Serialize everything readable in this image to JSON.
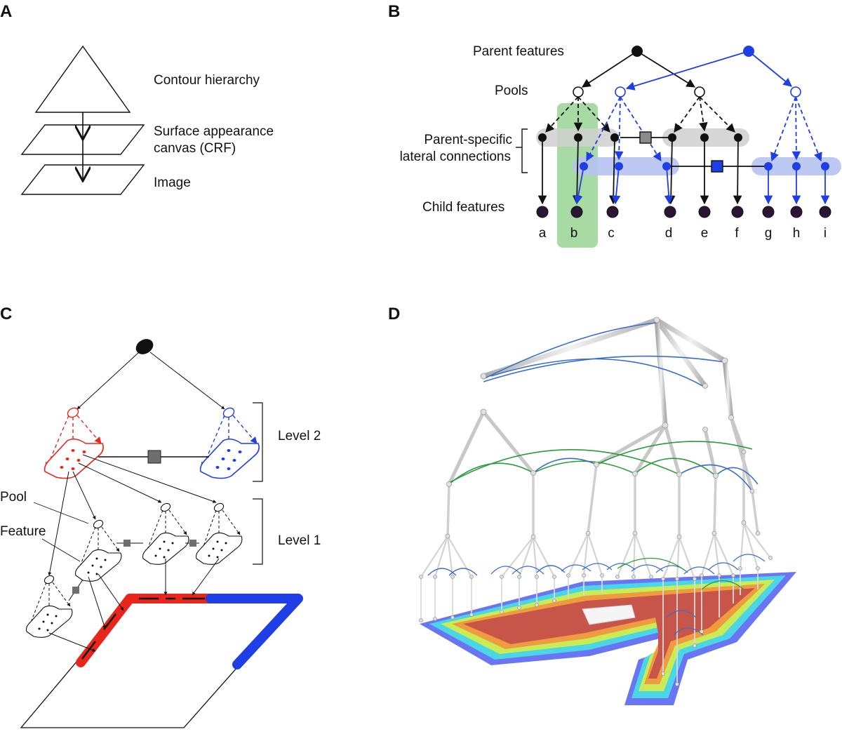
{
  "panels": {
    "a": {
      "label": "A",
      "labels": [
        "Contour hierarchy",
        "Surface appearance",
        "canvas (CRF)",
        "Image"
      ]
    },
    "b": {
      "label": "B",
      "parent_features": "Parent features",
      "pools": "Pools",
      "lateral_line1": "Parent-specific",
      "lateral_line2": "lateral connections",
      "child_features": "Child features",
      "children": [
        "a",
        "b",
        "c",
        "d",
        "e",
        "f",
        "g",
        "h",
        "i"
      ]
    },
    "c": {
      "label": "C",
      "level2": "Level 2",
      "level1": "Level 1",
      "pool": "Pool",
      "feature": "Feature"
    },
    "d": {
      "label": "D"
    }
  },
  "colors": {
    "black": "#111111",
    "blue": "#1f3ee6",
    "red": "#e8261b",
    "green_highlight": "#9fd69a",
    "grey_lateral": "#cfcfcf",
    "blue_lateral": "#b6c2f2",
    "child_fill": "#2a1535",
    "heat_red": "#c7554a",
    "heat_yellow": "#e9e84a",
    "heat_cyan": "#4ad6e6",
    "heat_blue": "#4f5df0"
  }
}
